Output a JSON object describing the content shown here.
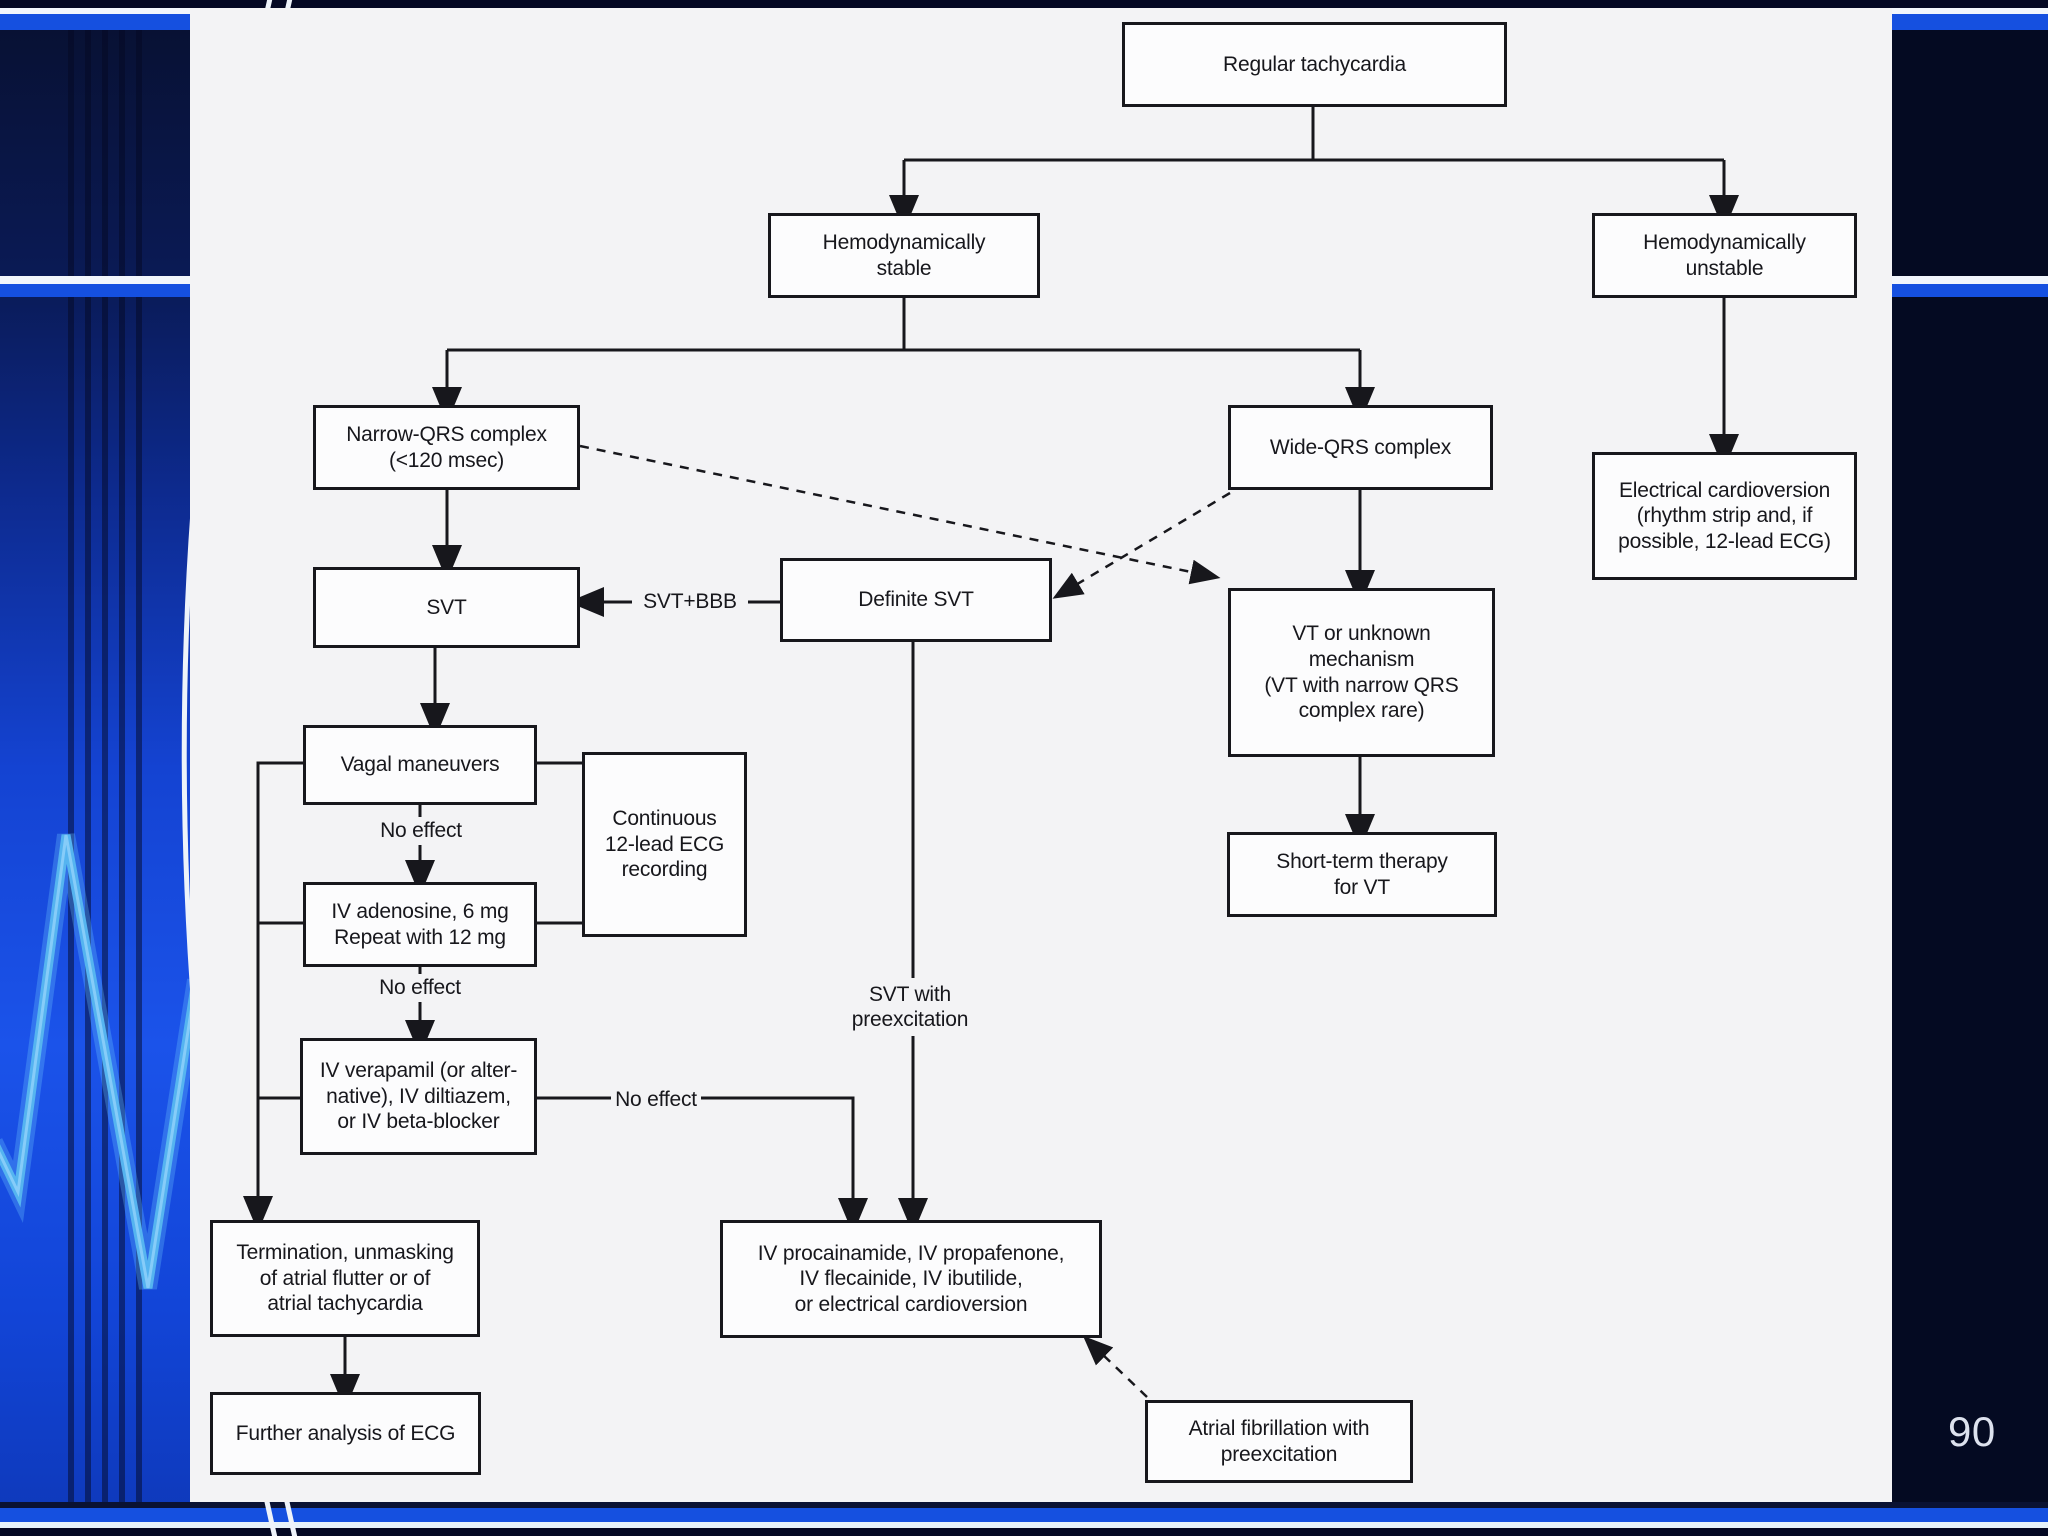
{
  "slide": {
    "page_number": "90"
  },
  "colors": {
    "background_navy": "#040a22",
    "accent_stripe_blue": "#1550e0",
    "left_glow_blue": "#1b53ea",
    "ecg_trace_blue": "#55b4f0",
    "panel_offwhite": "#f3f3f5",
    "line_black": "#17171c"
  },
  "flowchart": {
    "nodes": {
      "regular_tachycardia": "Regular tachycardia",
      "hemodynamically_stable": "Hemodynamically\nstable",
      "hemodynamically_unstable": "Hemodynamically\nunstable",
      "narrow_qrs": "Narrow-QRS complex\n(<120 msec)",
      "wide_qrs": "Wide-QRS complex",
      "electrical_cardioversion": "Electrical cardioversion\n(rhythm strip and, if\npossible, 12-lead ECG)",
      "svt": "SVT",
      "definite_svt": "Definite SVT",
      "vt_or_unknown": "VT or unknown\nmechanism\n(VT with narrow QRS\ncomplex rare)",
      "vagal_maneuvers": "Vagal maneuvers",
      "continuous_ecg": "Continuous\n12-lead ECG\nrecording",
      "iv_adenosine": "IV adenosine, 6 mg\nRepeat with 12 mg",
      "iv_verapamil": "IV verapamil (or alter-\nnative), IV diltiazem,\nor IV beta-blocker",
      "short_term_therapy_vt": "Short-term therapy\nfor VT",
      "termination": "Termination, unmasking\nof atrial flutter or of\natrial tachycardia",
      "further_analysis_ecg": "Further analysis of ECG",
      "iv_procainamide": "IV procainamide, IV propafenone,\nIV flecainide, IV ibutilide,\nor electrical cardioversion",
      "afib_preexcitation": "Atrial fibrillation with\npreexcitation"
    },
    "edge_labels": {
      "svt_bbb": "SVT+BBB",
      "no_effect_after_vagal": "No effect",
      "no_effect_after_adenosine": "No effect",
      "no_effect_after_verapamil": "No effect",
      "svt_with_preexcitation": "SVT with\npreexcitation"
    }
  }
}
